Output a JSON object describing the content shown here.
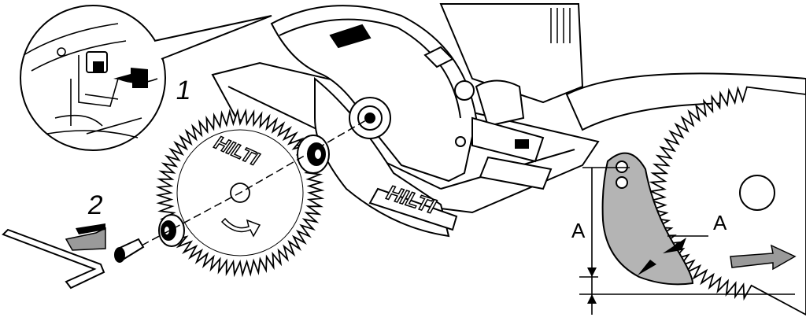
{
  "figure": {
    "step_labels": {
      "step1": "1",
      "step2": "2"
    },
    "dimension_labels": {
      "left": "A",
      "right": "A"
    },
    "brand_text": {
      "blade": "HILTI",
      "saw": "HILTI"
    },
    "colors": {
      "line": "#000000",
      "arrow_fill": "#9a9a9a",
      "riving_knife_fill": "#b4b4b4",
      "background": "#ffffff"
    }
  }
}
